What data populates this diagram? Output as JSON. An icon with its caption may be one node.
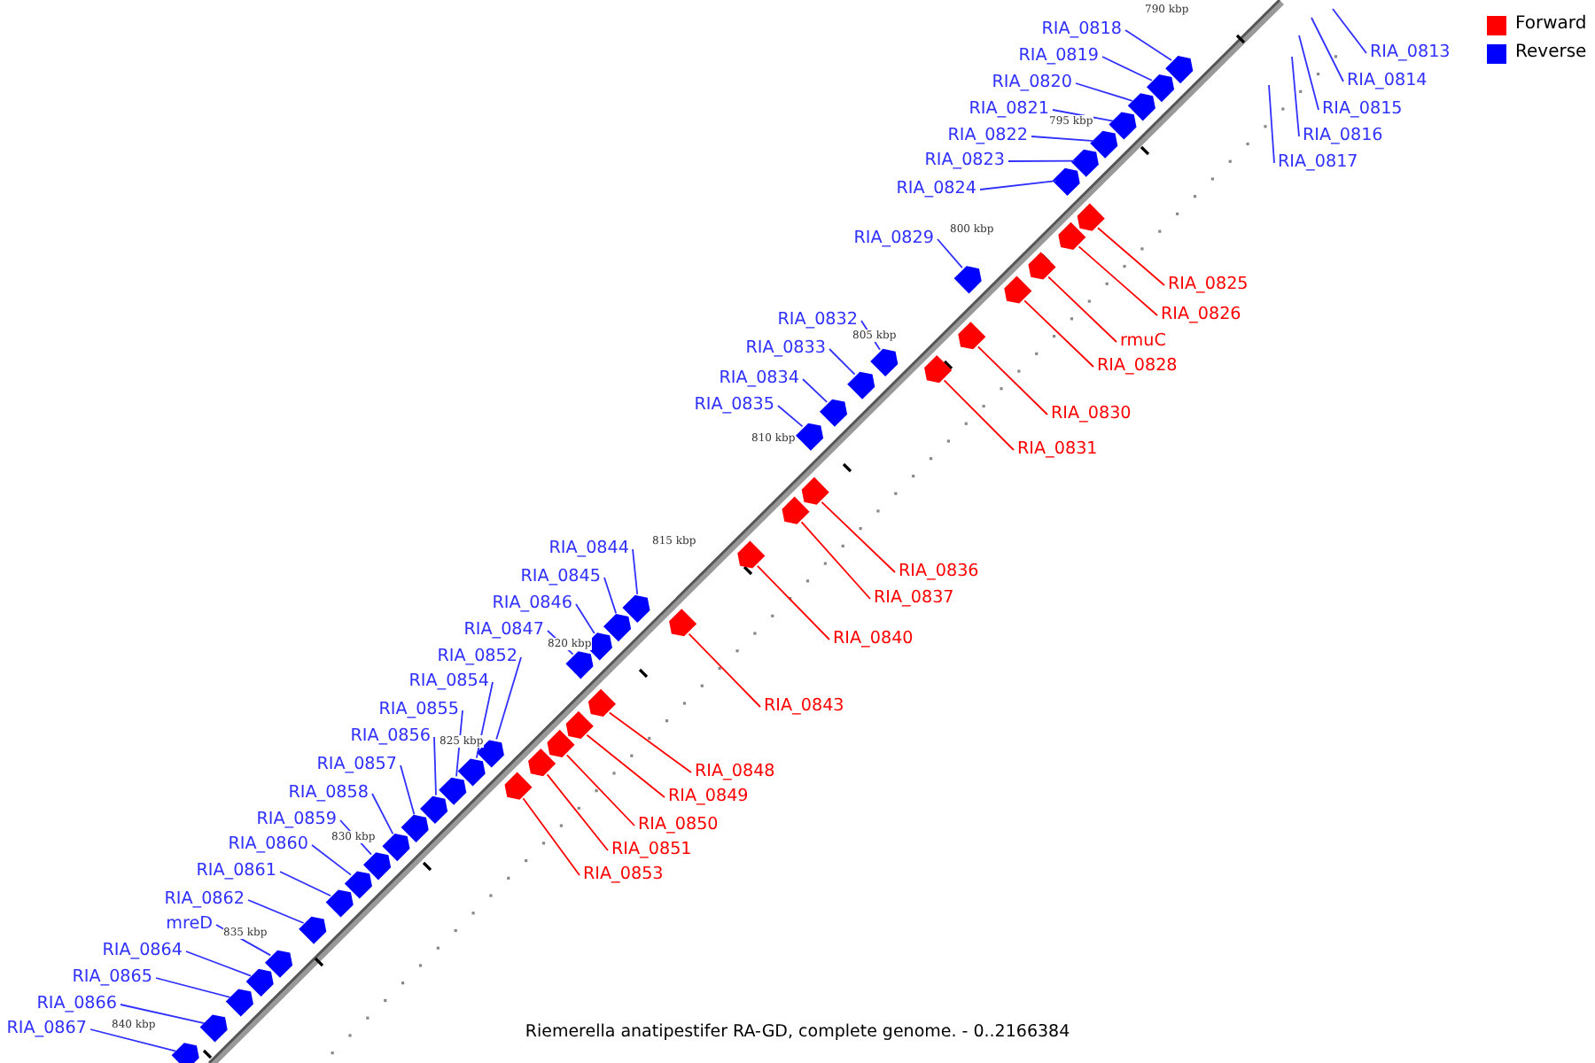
{
  "diagram": {
    "caption": "Riemerella anatipestifer RA-GD, complete genome. - 0..2166384",
    "nodes": [
      {
        "text": [
          "RIA_0818"
        ]
      },
      {
        "text": [
          "RIA_0813"
        ]
      },
      {
        "text": [
          "RIA_0819"
        ]
      },
      {
        "text": [
          "RIA_0814"
        ]
      },
      {
        "text": [
          "RIA_0820"
        ]
      },
      {
        "text": [
          "RIA_0821"
        ]
      },
      {
        "text": [
          "RIA_0815"
        ]
      },
      {
        "text": [
          "RIA_0822"
        ]
      },
      {
        "text": [
          "RIA_0816"
        ]
      },
      {
        "text": [
          "RIA_0823"
        ]
      },
      {
        "text": [
          "RIA_0817"
        ]
      },
      {
        "text": [
          "RIA_0824"
        ]
      },
      {
        "text": [
          "RIA_0829"
        ]
      },
      {
        "text": [
          "RIA_0825"
        ]
      },
      {
        "text": [
          "RIA_0826"
        ]
      },
      {
        "text": [
          "RIA_0832"
        ]
      },
      {
        "text": [
          "rmuC"
        ]
      },
      {
        "text": [
          "RIA_0833"
        ]
      },
      {
        "text": [
          "RIA_0828"
        ]
      },
      {
        "text": [
          "RIA_0834"
        ]
      },
      {
        "text": [
          "RIA_0835"
        ]
      },
      {
        "text": [
          "RIA_0830"
        ]
      },
      {
        "text": [
          "RIA_0831"
        ]
      },
      {
        "text": [
          "RIA_0844"
        ]
      },
      {
        "text": [
          "RIA_0836"
        ]
      },
      {
        "text": [
          "RIA_0845"
        ]
      },
      {
        "text": [
          "RIA_0837"
        ]
      },
      {
        "text": [
          "RIA_0846"
        ]
      },
      {
        "text": [
          "RIA_0847"
        ]
      },
      {
        "text": [
          "RIA_0840"
        ]
      },
      {
        "text": [
          "RIA_0852"
        ]
      },
      {
        "text": [
          "RIA_0854"
        ]
      },
      {
        "text": [
          "RIA_0843"
        ]
      },
      {
        "text": [
          "RIA_0855"
        ]
      },
      {
        "text": [
          "RIA_0856"
        ]
      },
      {
        "text": [
          "RIA_0857"
        ]
      },
      {
        "text": [
          "RIA_0848"
        ]
      },
      {
        "text": [
          "RIA_0858"
        ]
      },
      {
        "text": [
          "RIA_0849"
        ]
      },
      {
        "text": [
          "RIA_0859"
        ]
      },
      {
        "text": [
          "RIA_0850"
        ]
      },
      {
        "text": [
          "RIA_0860"
        ]
      },
      {
        "text": [
          "RIA_0851"
        ]
      },
      {
        "text": [
          "RIA_0861"
        ]
      },
      {
        "text": [
          "RIA_0853"
        ]
      },
      {
        "text": [
          "RIA_0862"
        ]
      },
      {
        "text": [
          "mreD"
        ]
      },
      {
        "text": [
          "RIA_0864"
        ]
      },
      {
        "text": [
          "RIA_0865"
        ]
      },
      {
        "text": [
          "RIA_0866"
        ]
      },
      {
        "text": [
          "RIA_0867"
        ]
      },
      {
        "text": [],
        "shape": "arrow"
      },
      {
        "text": [],
        "shape": "arrow"
      },
      {
        "text": [],
        "shape": "arrow"
      },
      {
        "text": [],
        "shape": "arrow"
      },
      {
        "text": [],
        "shape": "arrow"
      },
      {
        "text": [],
        "shape": "arrow"
      },
      {
        "text": [],
        "shape": "arrow"
      },
      {
        "text": [],
        "shape": "arrow"
      },
      {
        "text": [],
        "shape": "arrow"
      },
      {
        "text": [],
        "shape": "arrow"
      },
      {
        "text": [],
        "shape": "arrow"
      },
      {
        "text": [],
        "shape": "arrow"
      },
      {
        "text": [],
        "shape": "arrow"
      },
      {
        "text": [],
        "shape": "arrow"
      },
      {
        "text": [],
        "shape": "arrow"
      },
      {
        "text": [],
        "shape": "arrow"
      },
      {
        "text": [],
        "shape": "arrow"
      },
      {
        "text": [],
        "shape": "arrow"
      },
      {
        "text": [],
        "shape": "arrow"
      },
      {
        "text": [],
        "shape": "arrow"
      },
      {
        "text": [],
        "shape": "arrow"
      },
      {
        "text": [],
        "shape": "arrow"
      },
      {
        "text": [],
        "shape": "arrow"
      },
      {
        "text": [],
        "shape": "arrow"
      },
      {
        "text": [],
        "shape": "arrow"
      },
      {
        "text": [],
        "shape": "arrow"
      },
      {
        "text": [],
        "shape": "arrow"
      },
      {
        "text": [],
        "shape": "arrow"
      },
      {
        "text": [],
        "shape": "arrow"
      },
      {
        "text": [],
        "shape": "arrow"
      },
      {
        "text": [],
        "shape": "arrow"
      },
      {
        "text": [],
        "shape": "arrow"
      },
      {
        "text": [],
        "shape": "arrow"
      },
      {
        "text": [],
        "shape": "arrow"
      },
      {
        "text": [],
        "shape": "arrow"
      },
      {
        "text": [],
        "shape": "arrow"
      },
      {
        "text": [],
        "shape": "arrow"
      },
      {
        "text": [],
        "shape": "arrow"
      },
      {
        "text": [],
        "shape": "arrow"
      },
      {
        "text": [],
        "shape": "arrow"
      },
      {
        "text": [],
        "shape": "arrow"
      },
      {
        "text": [],
        "shape": "arrow"
      },
      {
        "text": [],
        "shape": "arrow"
      },
      {
        "text": [],
        "shape": "arrow"
      },
      {
        "text": [],
        "shape": "arrow"
      },
      {
        "text": [],
        "shape": "arrow"
      }
    ],
    "edges": [
      {
        "from": 0,
        "to": 51,
        "arrow": "none"
      },
      {
        "from": 1,
        "to": null,
        "arrow": "none"
      },
      {
        "from": 2,
        "to": 52,
        "arrow": "none"
      },
      {
        "from": 3,
        "to": null,
        "arrow": "none"
      },
      {
        "from": 4,
        "to": 53,
        "arrow": "none"
      },
      {
        "from": 5,
        "to": 54,
        "arrow": "none"
      },
      {
        "from": 6,
        "to": null,
        "arrow": "none"
      },
      {
        "from": 7,
        "to": 55,
        "arrow": "none"
      },
      {
        "from": 8,
        "to": null,
        "arrow": "none"
      },
      {
        "from": 9,
        "to": 56,
        "arrow": "none"
      },
      {
        "from": 10,
        "to": null,
        "arrow": "none"
      },
      {
        "from": 11,
        "to": 57,
        "arrow": "none"
      },
      {
        "from": 12,
        "to": 58,
        "arrow": "none"
      },
      {
        "from": 13,
        "to": 59,
        "arrow": "none",
        "color": "#ff0000"
      },
      {
        "from": 14,
        "to": 60,
        "arrow": "none",
        "color": "#ff0000"
      },
      {
        "from": 15,
        "to": 61,
        "arrow": "none"
      },
      {
        "from": 16,
        "to": 62,
        "arrow": "none",
        "color": "#ff0000"
      },
      {
        "from": 17,
        "to": 63,
        "arrow": "none"
      },
      {
        "from": 18,
        "to": 64,
        "arrow": "none",
        "color": "#ff0000"
      },
      {
        "from": 19,
        "to": 65,
        "arrow": "none"
      },
      {
        "from": 20,
        "to": 66,
        "arrow": "none"
      },
      {
        "from": 21,
        "to": 67,
        "arrow": "none",
        "color": "#ff0000"
      },
      {
        "from": 22,
        "to": 68,
        "arrow": "none",
        "color": "#ff0000"
      },
      {
        "from": 23,
        "to": 69,
        "arrow": "none"
      },
      {
        "from": 24,
        "to": 70,
        "arrow": "none",
        "color": "#ff0000"
      },
      {
        "from": 25,
        "to": 71,
        "arrow": "none"
      },
      {
        "from": 26,
        "to": 72,
        "arrow": "none",
        "color": "#ff0000"
      },
      {
        "from": 27,
        "to": 73,
        "arrow": "none"
      },
      {
        "from": 28,
        "to": 74,
        "arrow": "none"
      },
      {
        "from": 29,
        "to": 75,
        "arrow": "none",
        "color": "#ff0000"
      },
      {
        "from": 30,
        "to": 76,
        "arrow": "none"
      },
      {
        "from": 31,
        "to": 77,
        "arrow": "none"
      },
      {
        "from": 32,
        "to": 78,
        "arrow": "none",
        "color": "#ff0000"
      },
      {
        "from": 33,
        "to": 79,
        "arrow": "none"
      },
      {
        "from": 34,
        "to": 80,
        "arrow": "none"
      },
      {
        "from": 35,
        "to": 81,
        "arrow": "none"
      },
      {
        "from": 36,
        "to": 82,
        "arrow": "none",
        "color": "#ff0000"
      },
      {
        "from": 37,
        "to": 83,
        "arrow": "none"
      },
      {
        "from": 38,
        "to": 84,
        "arrow": "none",
        "color": "#ff0000"
      },
      {
        "from": 39,
        "to": 85,
        "arrow": "none"
      },
      {
        "from": 40,
        "to": 86,
        "arrow": "none",
        "color": "#ff0000"
      },
      {
        "from": 41,
        "to": 87,
        "arrow": "none"
      },
      {
        "from": 42,
        "to": 88,
        "arrow": "none",
        "color": "#ff0000"
      },
      {
        "from": 43,
        "to": 89,
        "arrow": "none"
      },
      {
        "from": 44,
        "to": 90,
        "arrow": "none",
        "color": "#ff0000"
      },
      {
        "from": 45,
        "to": 91,
        "arrow": "none"
      },
      {
        "from": 46,
        "to": 92,
        "arrow": "none"
      },
      {
        "from": 47,
        "to": 93,
        "arrow": "none"
      },
      {
        "from": 48,
        "to": 94,
        "arrow": "none"
      },
      {
        "from": 49,
        "to": 95,
        "arrow": "none"
      },
      {
        "from": 50,
        "to": 96,
        "arrow": "none"
      }
    ],
    "labels": [
      "790 kbp",
      "795 kbp",
      "800 kbp",
      "805 kbp",
      "810 kbp",
      "815 kbp",
      "820 kbp",
      "825 kbp",
      "830 kbp",
      "835 kbp",
      "840 kbp"
    ],
    "legend": [
      {
        "text": "Forward",
        "color": "#ff0000"
      },
      {
        "text": "Reverse",
        "color": "#0000ff"
      }
    ]
  }
}
